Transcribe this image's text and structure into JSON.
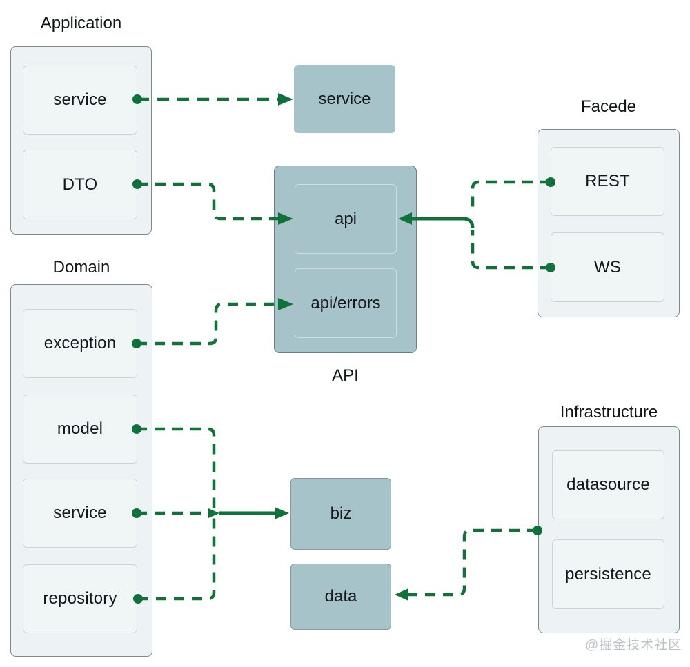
{
  "colors": {
    "connector_green": "#11713a",
    "teal_fill": "#a6c3c9",
    "panel_fill": "#edf3f4",
    "text": "#14181a"
  },
  "sections": {
    "application": {
      "label": "Application",
      "items": [
        "service",
        "DTO"
      ]
    },
    "domain": {
      "label": "Domain",
      "items": [
        "exception",
        "model",
        "service",
        "repository"
      ]
    },
    "facede": {
      "label": "Facede",
      "items": [
        "REST",
        "WS"
      ]
    },
    "api": {
      "label": "API",
      "items": [
        "api",
        "api/errors"
      ]
    },
    "infrastructure": {
      "label": "Infrastructure",
      "items": [
        "datasource",
        "persistence"
      ]
    }
  },
  "standalone": {
    "service": "service",
    "biz": "biz",
    "data": "data"
  },
  "watermark": "@掘金技术社区",
  "edges": [
    {
      "from": "application.service",
      "to": "service",
      "style": "dashed",
      "arrow": "into-target"
    },
    {
      "from": "application.DTO",
      "to": "api.api",
      "style": "dashed",
      "arrow": "into-target"
    },
    {
      "from": "facede.REST",
      "to": "api.api",
      "style": "dashed-then-solid",
      "arrow": "into-target"
    },
    {
      "from": "facede.WS",
      "to": "api.api",
      "style": "dashed-then-solid",
      "arrow": "into-target"
    },
    {
      "from": "domain.exception",
      "to": "api.api/errors",
      "style": "dashed",
      "arrow": "into-target"
    },
    {
      "from": "domain.model",
      "to": "biz",
      "style": "dashed",
      "arrow": "merges-into-service-line"
    },
    {
      "from": "domain.service",
      "to": "biz",
      "style": "dashed-then-solid",
      "arrow": "into-target"
    },
    {
      "from": "domain.repository",
      "to": "biz",
      "style": "dashed",
      "arrow": "merges-into-service-line"
    },
    {
      "from": "infrastructure",
      "to": "data",
      "style": "dashed",
      "arrow": "into-target"
    }
  ]
}
